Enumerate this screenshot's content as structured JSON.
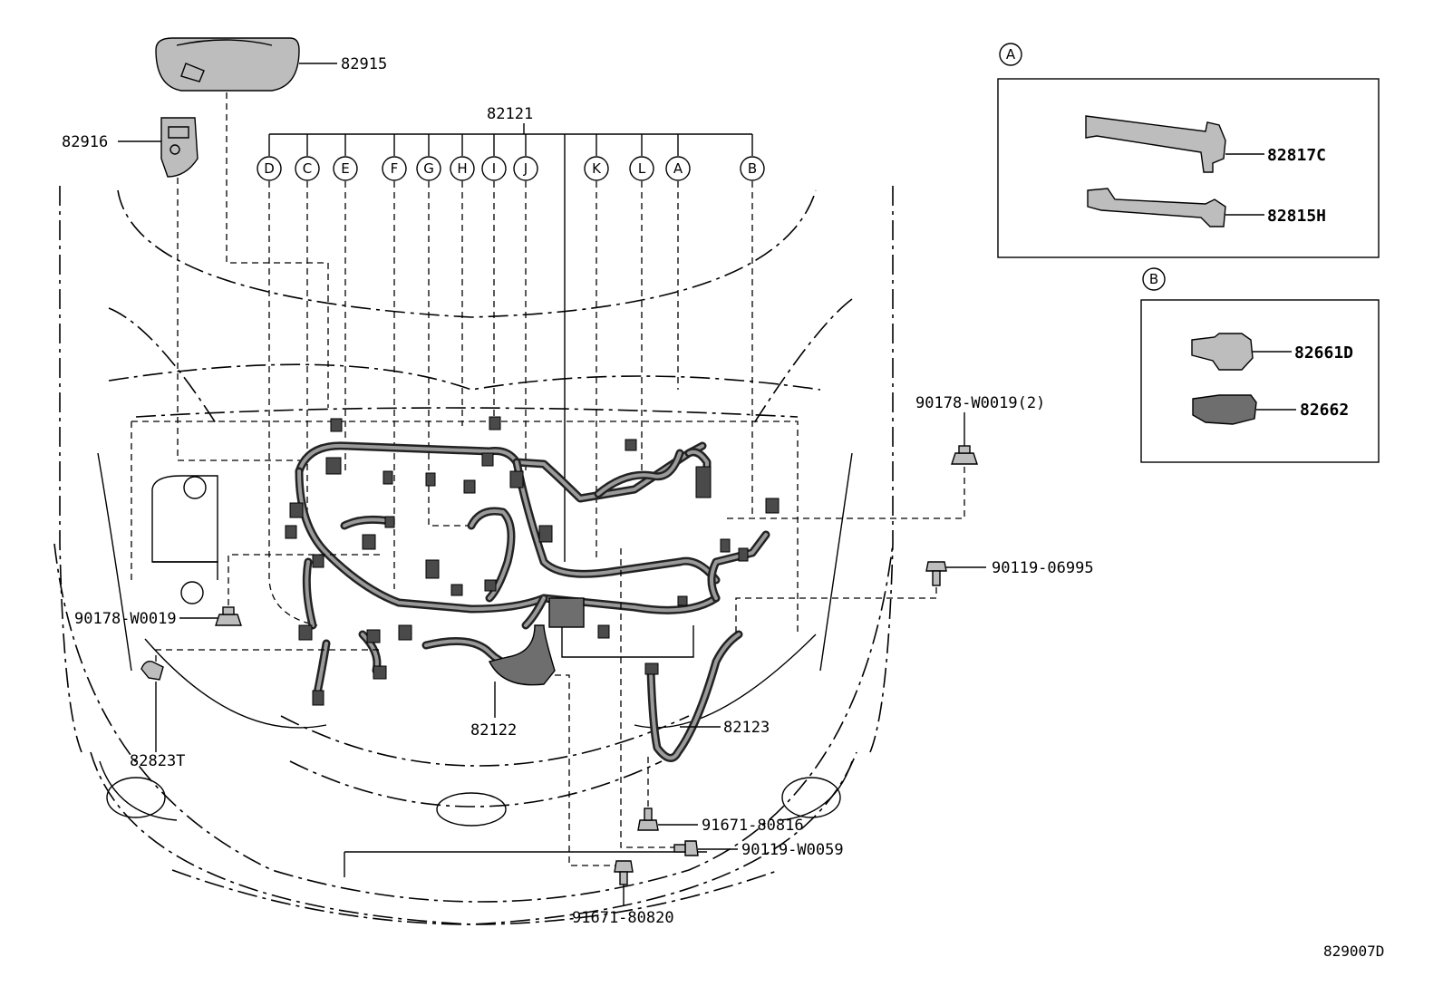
{
  "parts": {
    "p82915": "82915",
    "p82916": "82916",
    "p82121": "82121",
    "p82122": "82122",
    "p82123": "82123",
    "p82823T": "82823T",
    "p90178_W0019": "90178-W0019",
    "p90178_W0019_2": "90178-W0019(2)",
    "p90119_06995": "90119-06995",
    "p91671_80816": "91671-80816",
    "p90119_W0059": "90119-W0059",
    "p91671_80820": "91671-80820",
    "p82817C": "82817C",
    "p82815H": "82815H",
    "p82661D": "82661D",
    "p82662": "82662"
  },
  "callouts": [
    "D",
    "C",
    "E",
    "F",
    "G",
    "H",
    "I",
    "J",
    "K",
    "L",
    "A",
    "B"
  ],
  "insets": {
    "a_letter": "A",
    "b_letter": "B"
  },
  "diagram_code": "829007D"
}
